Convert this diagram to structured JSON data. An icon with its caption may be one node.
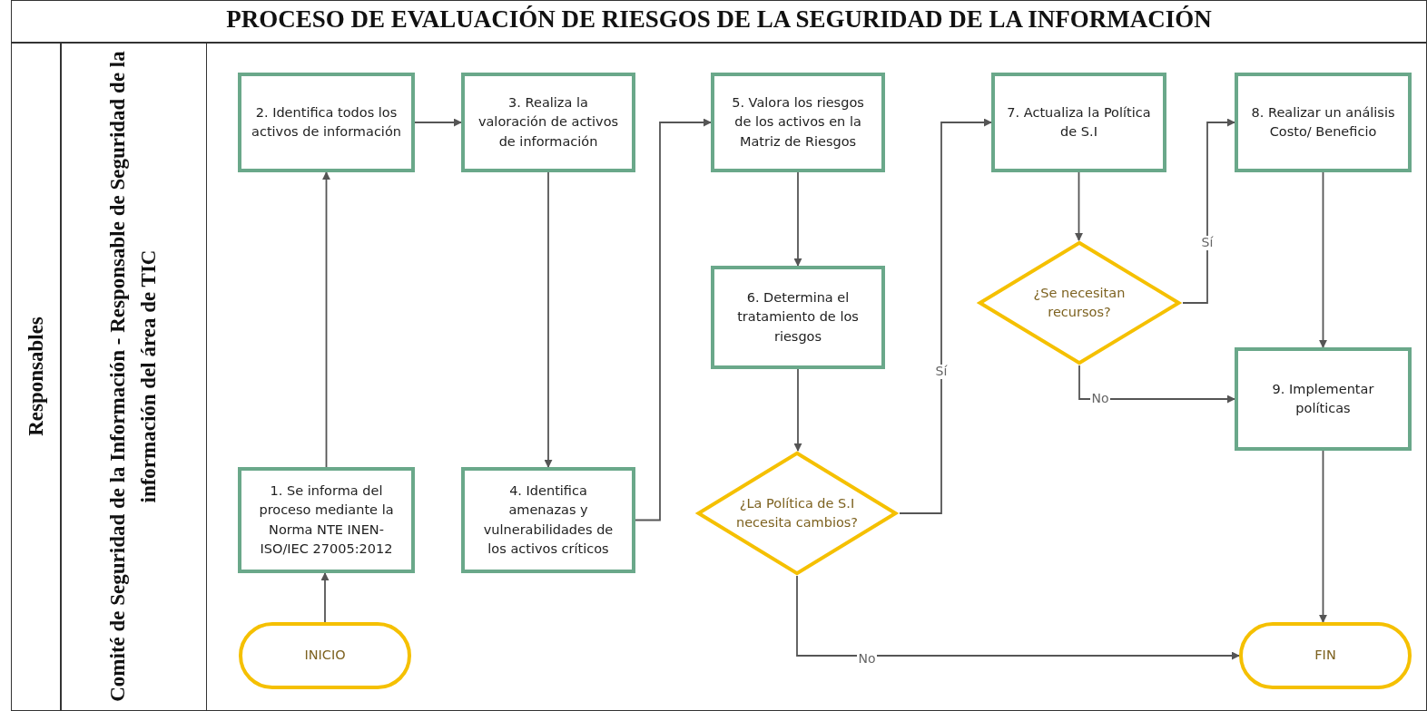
{
  "diagram": {
    "title": "PROCESO DE EVALUACIÓN DE RIESGOS DE LA SEGURIDAD DE LA INFORMACIÓN",
    "nodes": [
      {
        "text": [
          "INICIO"
        ]
      },
      {
        "text": [
          "1. Se informa del proceso mediante la Norma NTE INEN-ISO/IEC 27005:2012"
        ]
      },
      {
        "text": [
          "2. Identifica todos los activos de información"
        ]
      },
      {
        "text": [
          "3. Realiza la valoración de activos de información"
        ]
      },
      {
        "text": [
          "4. Identifica amenazas y vulnerabilidades de los activos críticos"
        ]
      },
      {
        "text": [
          "5. Valora los riesgos de los activos en la Matriz de Riesgos"
        ]
      },
      {
        "text": [
          "6. Determina el tratamiento de los riesgos"
        ]
      },
      {
        "text": [
          "¿La Política de S.I necesita cambios?"
        ]
      },
      {
        "text": [
          "7. Actualiza la Política de S.I"
        ]
      },
      {
        "text": [
          "¿Se necesitan recursos?"
        ]
      },
      {
        "text": [
          "8. Realizar un análisis Costo/ Beneficio"
        ]
      },
      {
        "text": [
          "9. Implementar políticas"
        ]
      },
      {
        "text": [
          "FIN"
        ]
      }
    ],
    "edges": [
      {
        "from": 0,
        "to": 1,
        "arrow": "to"
      },
      {
        "from": 1,
        "to": 2,
        "arrow": "to"
      },
      {
        "from": 2,
        "to": 3,
        "arrow": "to"
      },
      {
        "from": 3,
        "to": 4,
        "arrow": "to"
      },
      {
        "from": 4,
        "to": 5,
        "arrow": "to"
      },
      {
        "from": 5,
        "to": 6,
        "arrow": "to"
      },
      {
        "from": 6,
        "to": 7,
        "arrow": "to"
      },
      {
        "from": 7,
        "to": 8,
        "arrow": "to",
        "label": "Sí"
      },
      {
        "from": 7,
        "to": 12,
        "arrow": "to",
        "label": "No"
      },
      {
        "from": 8,
        "to": 9,
        "arrow": "to"
      },
      {
        "from": 9,
        "to": 10,
        "arrow": "to",
        "label": "Sí"
      },
      {
        "from": 9,
        "to": 11,
        "arrow": "to",
        "label": "No"
      },
      {
        "from": 10,
        "to": 11,
        "arrow": "to"
      },
      {
        "from": 11,
        "to": 12,
        "arrow": "to"
      }
    ],
    "labels": [
      "Responsables",
      "Comité de Seguridad de la Información - Responsable de Seguridad de la información del área de TIC"
    ]
  }
}
